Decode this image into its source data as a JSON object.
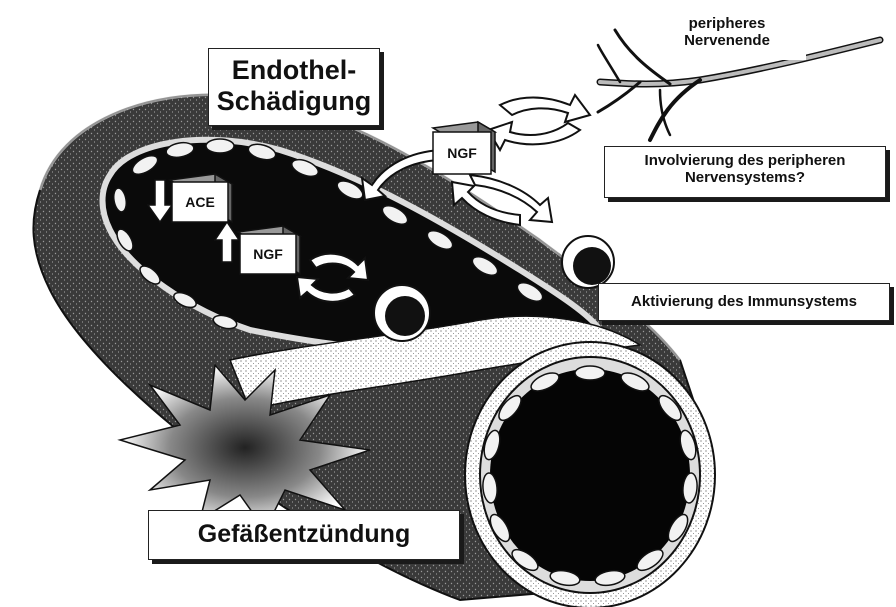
{
  "labels": {
    "nerve_ending": "peripheres\nNervenende",
    "endothel_damage": "Endothel-\nSchädigung",
    "peripheral_involvement": "Involvierung des peripheren\nNervensystems?",
    "immune_activation": "Aktivierung des Immunsystems",
    "vessel_inflammation": "Gefäßentzündung"
  },
  "molecules": {
    "ngf": "NGF",
    "ace": "ACE"
  },
  "colors": {
    "ink": "#111111",
    "paper": "#ffffff",
    "vessel_wall": "#2a2a2a",
    "lumen": "#0a0a0a",
    "cell": "#f2f2f2"
  }
}
